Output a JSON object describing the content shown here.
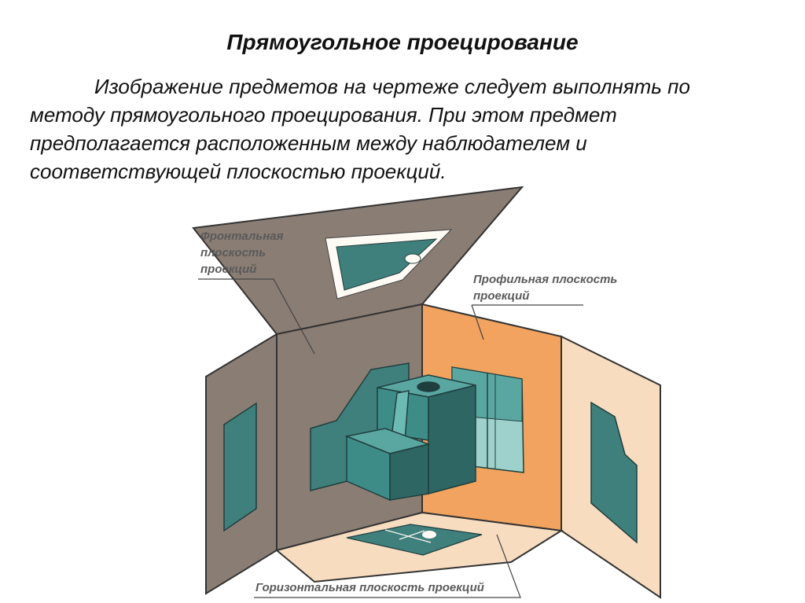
{
  "slide": {
    "title": "Прямоугольное проецирование",
    "paragraph": "Изображение  предметов на чертеже следует выполнять по методу прямоугольного проецирования. При этом предмет предполагается расположенным между наблюдателем и соответствующей плоскостью проекций."
  },
  "diagram": {
    "labels": {
      "frontal": [
        "Фронтальная",
        "плоскость",
        "проекций"
      ],
      "profile": [
        "Профильная плоскость",
        "проекций"
      ],
      "horizontal": "Горизонтальная плоскость проекций"
    },
    "colors": {
      "frontal_plane": "#8a7d74",
      "profile_plane": "#f1a35f",
      "horizontal_plane": "#f8dcc0",
      "projection_fill": "#3f7f7c",
      "object_teal": "#3e8c88",
      "object_light": "#5aa7a2",
      "object_dark": "#2e6664"
    }
  }
}
